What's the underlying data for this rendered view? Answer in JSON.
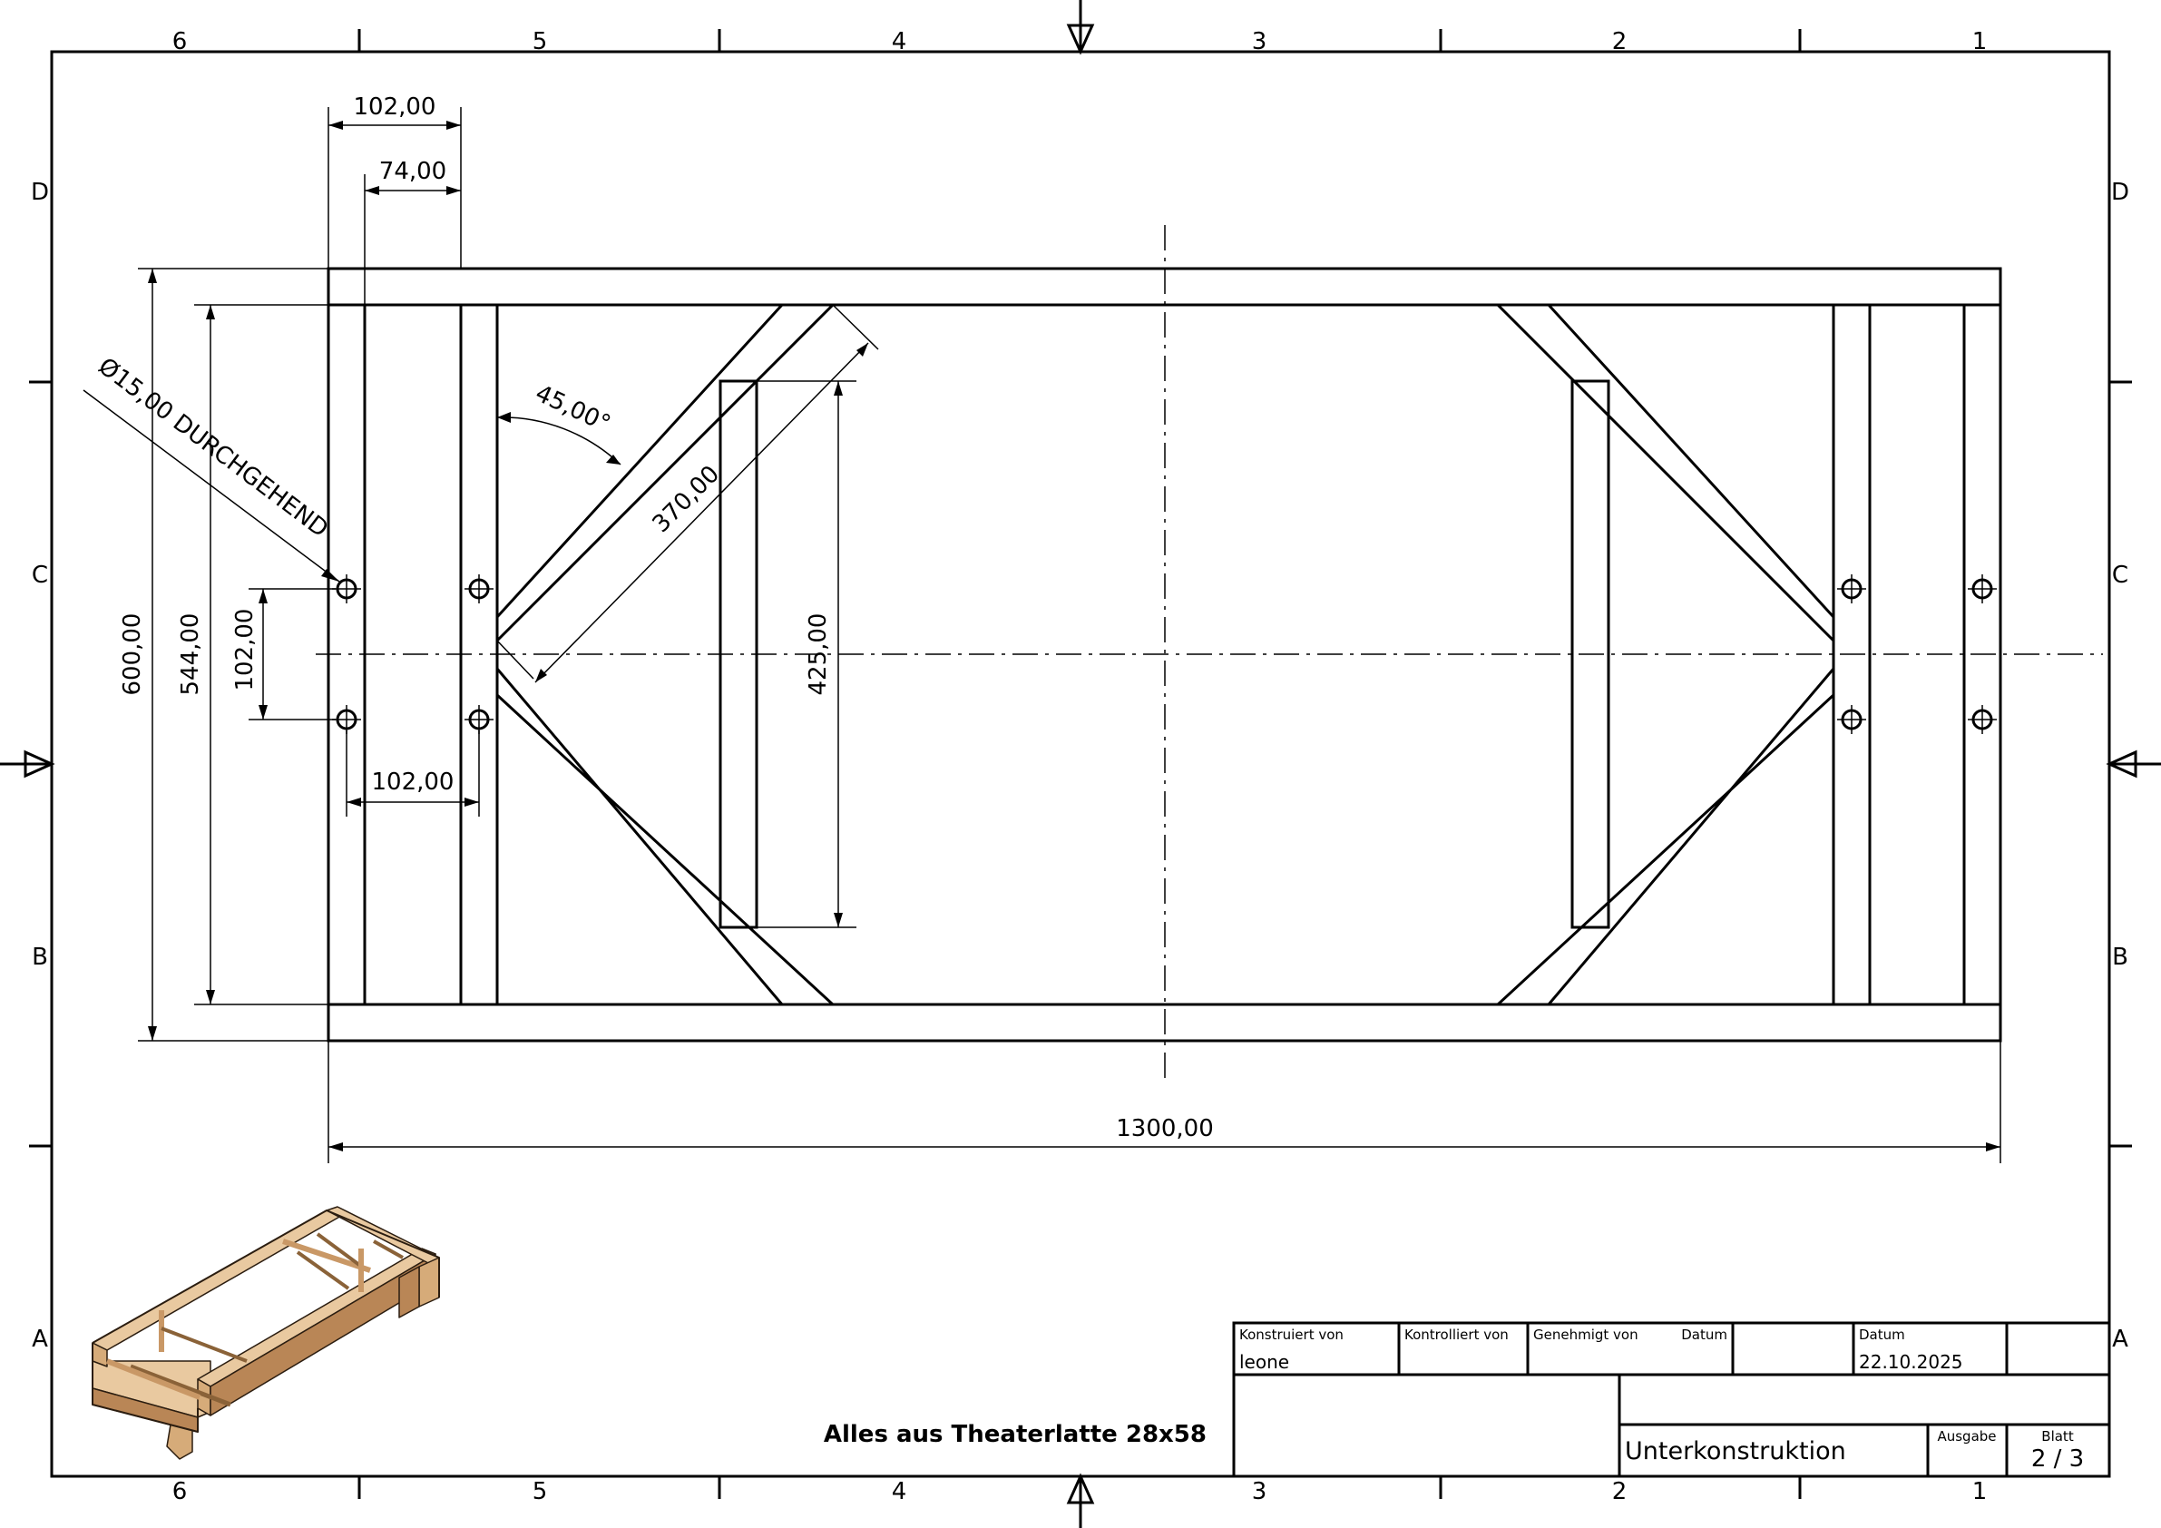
{
  "zones": {
    "columns": [
      "6",
      "5",
      "4",
      "3",
      "2",
      "1"
    ],
    "rows": [
      "D",
      "C",
      "B",
      "A"
    ]
  },
  "dimensions": {
    "top_outer_width": "102,00",
    "top_inner_width": "74,00",
    "hole_spacing_horizontal": "102,00",
    "hole_note": "Ø15,00 DURCHGEHEND",
    "angle": "45,00°",
    "diagonal_length": "370,00",
    "overall_height": "600,00",
    "inner_height": "544,00",
    "hole_spacing_vertical": "102,00",
    "post_height": "425,00",
    "overall_length": "1300,00"
  },
  "note": "Alles aus Theaterlatte 28x58",
  "title_block": {
    "designed_by_label": "Konstruiert von",
    "designed_by": "leone",
    "checked_by_label": "Kontrolliert von",
    "approved_by_label": "Genehmigt von",
    "approved_date_label": "Datum",
    "date_label": "Datum",
    "date": "22.10.2025",
    "title": "Unterkonstruktion",
    "revision_label": "Ausgabe",
    "sheet_label": "Blatt",
    "sheet": "2 / 3"
  },
  "colors": {
    "line": "#000000",
    "wood_light": "#e9c9a0",
    "wood_mid": "#d6ab79",
    "wood_dark": "#b98656"
  }
}
